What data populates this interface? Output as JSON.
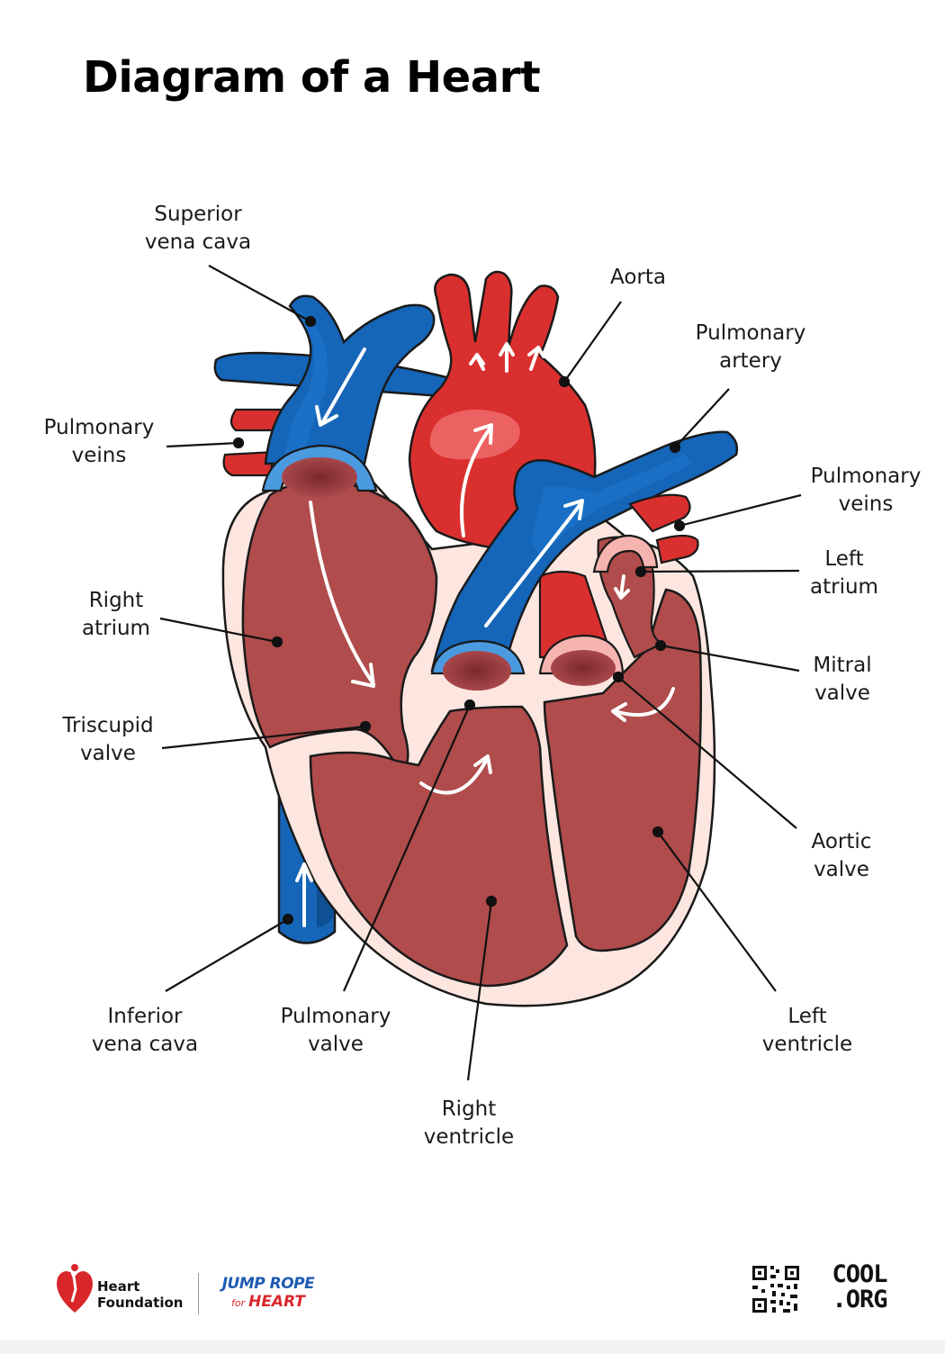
{
  "title": "Diagram of a Heart",
  "labels": {
    "superior_vena_cava": [
      "Superior",
      "vena cava"
    ],
    "aorta": [
      "Aorta"
    ],
    "pulmonary_artery": [
      "Pulmonary",
      "artery"
    ],
    "pulmonary_veins_left": [
      "Pulmonary",
      "veins"
    ],
    "pulmonary_veins_right": [
      "Pulmonary",
      "veins"
    ],
    "left_atrium": [
      "Left",
      "atrium"
    ],
    "right_atrium": [
      "Right",
      "atrium"
    ],
    "mitral_valve": [
      "Mitral",
      "valve"
    ],
    "triscupid_valve": [
      "Triscupid",
      "valve"
    ],
    "aortic_valve": [
      "Aortic",
      "valve"
    ],
    "inferior_vena_cava": [
      "Inferior",
      "vena cava"
    ],
    "pulmonary_valve": [
      "Pulmonary",
      "valve"
    ],
    "left_ventricle": [
      "Left",
      "ventricle"
    ],
    "right_ventricle": [
      "Right",
      "ventricle"
    ]
  },
  "footer": {
    "heart_foundation": [
      "Heart",
      "Foundation"
    ],
    "jump_rope_top": "JUMP ROPE",
    "jump_rope_for": "for",
    "jump_rope_bottom": "HEART",
    "cool_org": [
      "COOL",
      ".ORG"
    ]
  },
  "colors": {
    "blue_vessel": "#1565b8",
    "red_vessel": "#d9302f",
    "muscle": "#b04c4c",
    "wall": "#fde6e0"
  }
}
